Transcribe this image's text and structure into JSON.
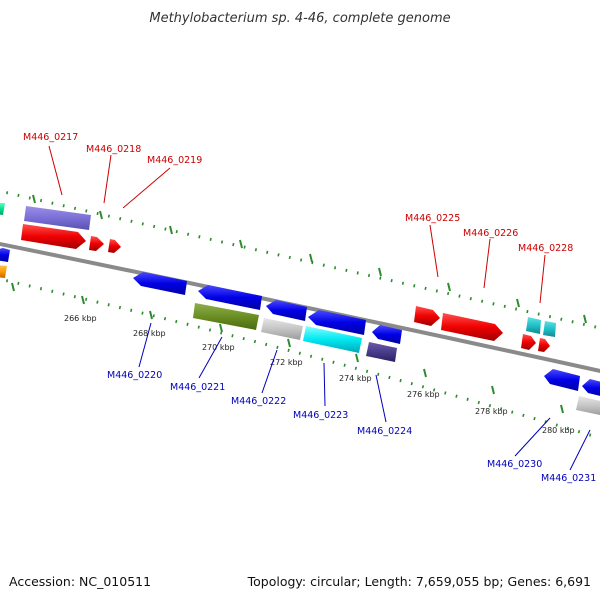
{
  "title": "Methylobacterium sp. 4-46, complete genome",
  "footer": {
    "accession": "Accession: NC_010511",
    "topology": "Topology: circular; Length: 7,659,055 bp; Genes: 6,691"
  },
  "colors": {
    "backbone": "#8a8a8a",
    "tick_dots": "#2e8b2e",
    "top_label": "#cc0000",
    "bottom_label": "#0000bb"
  },
  "kbp_labels": [
    "266 kbp",
    "268 kbp",
    "270 kbp",
    "272 kbp",
    "274 kbp",
    "276 kbp",
    "278 kbp",
    "280 kbp"
  ],
  "top_gene_labels": [
    "M446_0217",
    "M446_0218",
    "M446_0219",
    "M446_0225",
    "M446_0226",
    "M446_0228"
  ],
  "bottom_gene_labels": [
    "M446_0220",
    "M446_0221",
    "M446_0222",
    "M446_0223",
    "M446_0224",
    "M446_0230",
    "M446_0231"
  ]
}
